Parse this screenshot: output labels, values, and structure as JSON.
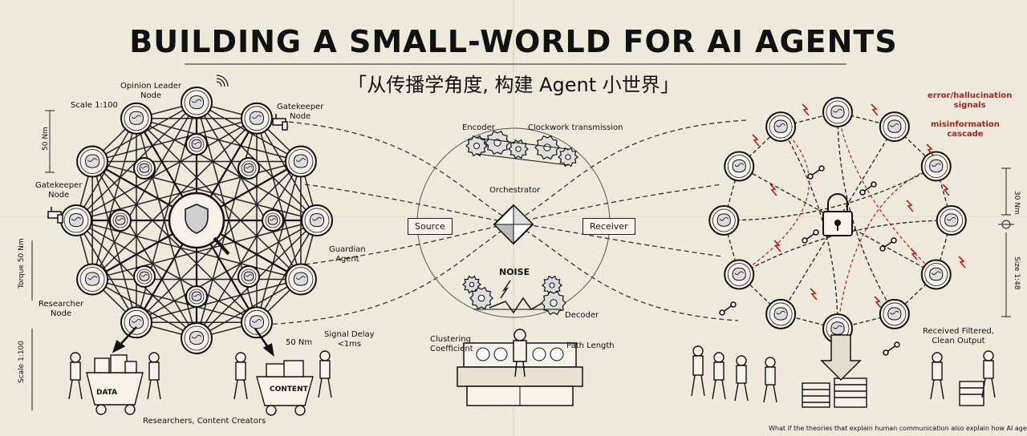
{
  "title": "BUILDING A SMALL-WORLD FOR AI AGENTS",
  "subtitle": "「从传播学角度, 构建 Agent 小世界」",
  "left_network": {
    "scale_top": "Scale 1:100",
    "dim_50nm_left": "50 Nm",
    "torque": "Torque 50 Nm",
    "scale_bottom": "Scale 1:100",
    "opinion_leader": "Opinion Leader\nNode",
    "gatekeeper_top": "Gatekeeper\nNode",
    "gatekeeper_left": "Gatekeeper\nNode",
    "guardian": "Guardian\nAgent",
    "researcher": "Researcher\nNode",
    "signal_delay": "Signal Delay\n<1ms",
    "dim_50nm_bottom": "50 Nm",
    "cart_data": "DATA",
    "cart_content": "CONTENT",
    "caption": "Researchers, Content Creators"
  },
  "center": {
    "encoder": "Encoder",
    "clockwork": "Clockwork transmission",
    "orchestrator": "Orchestrator",
    "source": "Source",
    "receiver": "Receiver",
    "noise": "NOISE",
    "decoder": "Decoder",
    "clustering": "Clustering\nCoefficient",
    "path_length": "Path Length"
  },
  "right_network": {
    "error_signals": "error/hallucination\nsignals",
    "misinformation": "misinformation\ncascade",
    "dim_30nm": "30 Nm",
    "size": "Size 1:48",
    "output": "Received Filtered,\nClean Output",
    "footer": "What if the theories that explain human communication also explain how AI agents should talk?"
  },
  "colors": {
    "ink": "#1a1a1a",
    "paper": "#efe9dc",
    "alert": "#b3201e"
  },
  "icons": [
    "brain-node-icon",
    "shield-magnifier-icon",
    "faucet-icon",
    "lock-icon",
    "gear-icon",
    "lightning-icon",
    "wrench-icon",
    "robot-arm-icon",
    "worker-icon",
    "cart-icon",
    "control-panel-icon"
  ]
}
